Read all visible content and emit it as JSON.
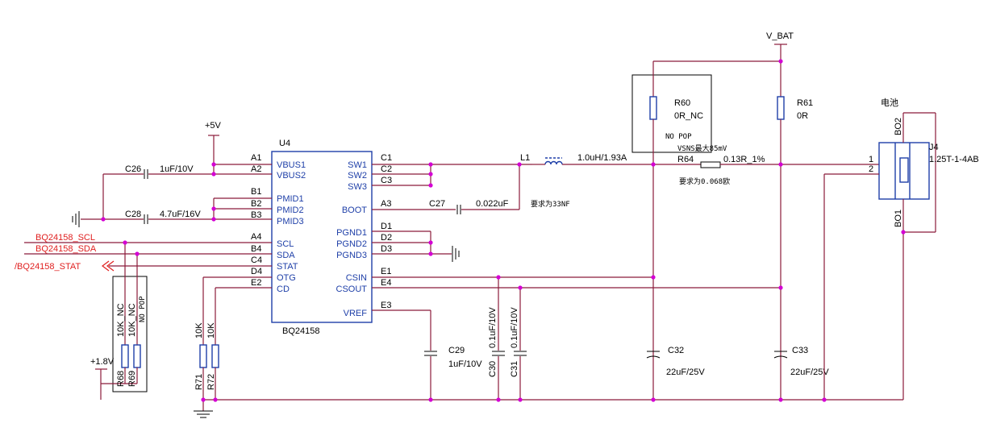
{
  "ic": {
    "ref": "U4",
    "part": "BQ24158",
    "left_pins": [
      {
        "num": "A1",
        "name": "VBUS1"
      },
      {
        "num": "A2",
        "name": "VBUS2"
      },
      {
        "num": "B1",
        "name": ""
      },
      {
        "num": "B2",
        "name": "PMID1"
      },
      {
        "num": "B3",
        "name": "PMID2"
      },
      {
        "num": "",
        "name": "PMID3"
      },
      {
        "num": "A4",
        "name": ""
      },
      {
        "num": "B4",
        "name": "SCL"
      },
      {
        "num": "C4",
        "name": "SDA"
      },
      {
        "num": "D4",
        "name": "STAT"
      },
      {
        "num": "E2",
        "name": "OTG"
      },
      {
        "num": "",
        "name": "CD"
      }
    ],
    "right_pins": [
      {
        "num": "C1",
        "name": "SW1"
      },
      {
        "num": "C2",
        "name": "SW2"
      },
      {
        "num": "C3",
        "name": "SW3"
      },
      {
        "num": "A3",
        "name": "BOOT"
      },
      {
        "num": "D1",
        "name": ""
      },
      {
        "num": "D2",
        "name": "PGND1"
      },
      {
        "num": "D3",
        "name": "PGND2"
      },
      {
        "num": "",
        "name": "PGND3"
      },
      {
        "num": "E1",
        "name": ""
      },
      {
        "num": "E4",
        "name": "CSIN"
      },
      {
        "num": "",
        "name": "CSOUT"
      },
      {
        "num": "E3",
        "name": "VREF"
      }
    ]
  },
  "nets": {
    "plus5v": "+5V",
    "vbat": "V_BAT",
    "plus1v8": "+1.8V",
    "scl": "BQ24158_SCL",
    "sda": "BQ24158_SDA",
    "stat": "/BQ24158_STAT"
  },
  "components": {
    "c26_ref": "C26",
    "c26_val": "1uF/10V",
    "c28_ref": "C28",
    "c28_val": "4.7uF/16V",
    "c27_ref": "C27",
    "c27_val": "0.022uF",
    "c27_note": "要求为33NF",
    "l1_ref": "L1",
    "l1_val": "1.0uH/1.93A",
    "r60_ref": "R60",
    "r60_val": "0R_NC",
    "r60_note": "NO POP",
    "r61_ref": "R61",
    "r61_val": "0R",
    "r64_ref": "R64",
    "r64_val": "0.13R_1%",
    "r64_note1": "VSNS最大85mV",
    "r64_note2": "要求为0.068欧",
    "c29_ref": "C29",
    "c29_val": "1uF/10V",
    "c30_ref": "C30",
    "c30_val": "0.1uF/10V",
    "c31_ref": "C31",
    "c31_val": "0.1uF/10V",
    "c32_ref": "C32",
    "c32_val": "22uF/25V",
    "c33_ref": "C33",
    "c33_val": "22uF/25V",
    "r68_ref": "R68",
    "r68_val": "10K_NC",
    "r69_ref": "R69",
    "r69_val": "10K_NC",
    "nopop2": "NO POP",
    "r71_ref": "R71",
    "r71_val": "10K",
    "r72_ref": "R72",
    "r72_val": "10K",
    "j4_ref": "J4",
    "j4_val": "1.25T-1-4AB",
    "j4_label": "电池",
    "j4_pin1": "1",
    "j4_pin2": "2",
    "bo1": "BO1",
    "bo2": "BO2"
  },
  "colors": {
    "wire": "#8b1a3a",
    "body": "#1e3fa8",
    "junction": "#d400d4",
    "net_label": "#e02020"
  }
}
